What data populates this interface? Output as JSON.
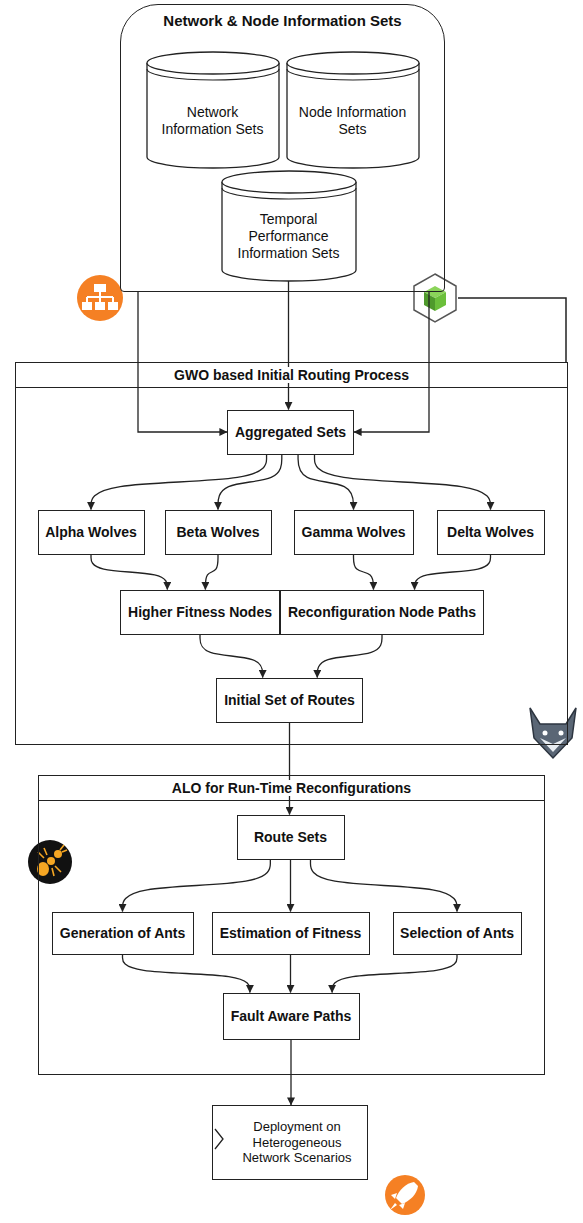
{
  "diagram": {
    "nodes": [
      {
        "text": [
          "Network & Node Information Sets"
        ]
      },
      {
        "text": [
          "Network Information Sets"
        ],
        "in": 0
      },
      {
        "text": [
          "Node Information Sets"
        ],
        "in": 0
      },
      {
        "text": [
          "Temporal Performance Information Sets"
        ],
        "in": 0
      },
      {
        "text": [
          "GWO based Initial Routing Process"
        ]
      },
      {
        "text": [
          "Aggregated Sets"
        ],
        "in": 4
      },
      {
        "text": [
          "Alpha Wolves"
        ],
        "in": 4
      },
      {
        "text": [
          "Beta Wolves"
        ],
        "in": 4
      },
      {
        "text": [
          "Gamma Wolves"
        ],
        "in": 4
      },
      {
        "text": [
          "Delta Wolves"
        ],
        "in": 4
      },
      {
        "text": [
          "Higher Fitness Nodes"
        ],
        "in": 4
      },
      {
        "text": [
          "Reconfiguration Node Paths"
        ],
        "in": 4
      },
      {
        "text": [
          "Initial Set of Routes"
        ],
        "in": 4
      },
      {
        "text": [
          "ALO for Run-Time Reconfigurations"
        ]
      },
      {
        "text": [
          "Route Sets"
        ],
        "in": 13
      },
      {
        "text": [
          "Generation of Ants"
        ],
        "in": 13
      },
      {
        "text": [
          "Estimation of Fitness"
        ],
        "in": 13
      },
      {
        "text": [
          "Selection of Ants"
        ],
        "in": 13
      },
      {
        "text": [
          "Fault Aware Paths"
        ],
        "in": 13
      },
      {
        "text": [
          "Deployment on Heterogeneous Network Scenarios"
        ]
      }
    ],
    "edges": [
      {
        "from": 0,
        "to": 5,
        "arrow": "to"
      },
      {
        "from": 0,
        "to": 5,
        "arrow": "to"
      },
      {
        "from": 3,
        "to": 5,
        "arrow": "to"
      },
      {
        "from": 5,
        "to": 6,
        "arrow": "to"
      },
      {
        "from": 5,
        "to": 7,
        "arrow": "to"
      },
      {
        "from": 5,
        "to": 8,
        "arrow": "to"
      },
      {
        "from": 5,
        "to": 9,
        "arrow": "to"
      },
      {
        "from": 6,
        "to": 10,
        "arrow": "to"
      },
      {
        "from": 7,
        "to": 10,
        "arrow": "to"
      },
      {
        "from": 8,
        "to": 11,
        "arrow": "to"
      },
      {
        "from": 9,
        "to": 11,
        "arrow": "to"
      },
      {
        "from": 10,
        "to": 12,
        "arrow": "to"
      },
      {
        "from": 11,
        "to": 12,
        "arrow": "to"
      },
      {
        "from": 12,
        "to": 14,
        "arrow": "to"
      },
      {
        "from": 14,
        "to": 15,
        "arrow": "to"
      },
      {
        "from": 14,
        "to": 16,
        "arrow": "to"
      },
      {
        "from": 14,
        "to": 17,
        "arrow": "to"
      },
      {
        "from": 15,
        "to": 18,
        "arrow": "to"
      },
      {
        "from": 16,
        "to": 18,
        "arrow": "to"
      },
      {
        "from": 17,
        "to": 18,
        "arrow": "to"
      },
      {
        "from": 18,
        "to": 19,
        "arrow": "to"
      }
    ]
  }
}
